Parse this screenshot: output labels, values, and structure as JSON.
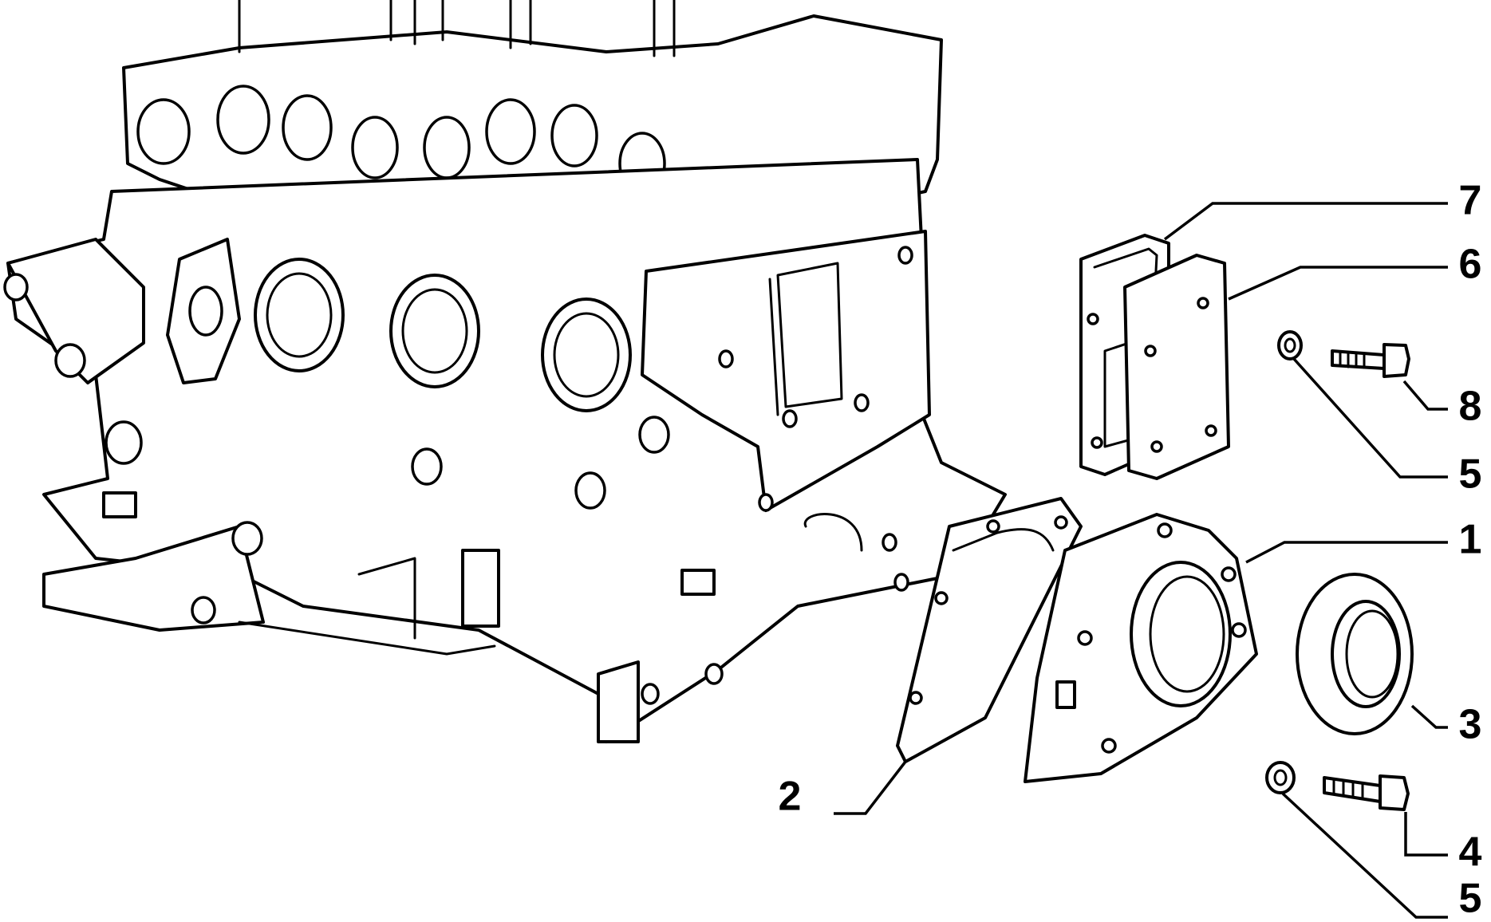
{
  "diagram": {
    "type": "exploded-parts-view",
    "callouts": [
      {
        "id": "c7",
        "label": "7"
      },
      {
        "id": "c6",
        "label": "6"
      },
      {
        "id": "c8",
        "label": "8"
      },
      {
        "id": "c5a",
        "label": "5"
      },
      {
        "id": "c1",
        "label": "1"
      },
      {
        "id": "c3",
        "label": "3"
      },
      {
        "id": "c4",
        "label": "4"
      },
      {
        "id": "c5b",
        "label": "5"
      },
      {
        "id": "c2",
        "label": "2"
      }
    ]
  }
}
